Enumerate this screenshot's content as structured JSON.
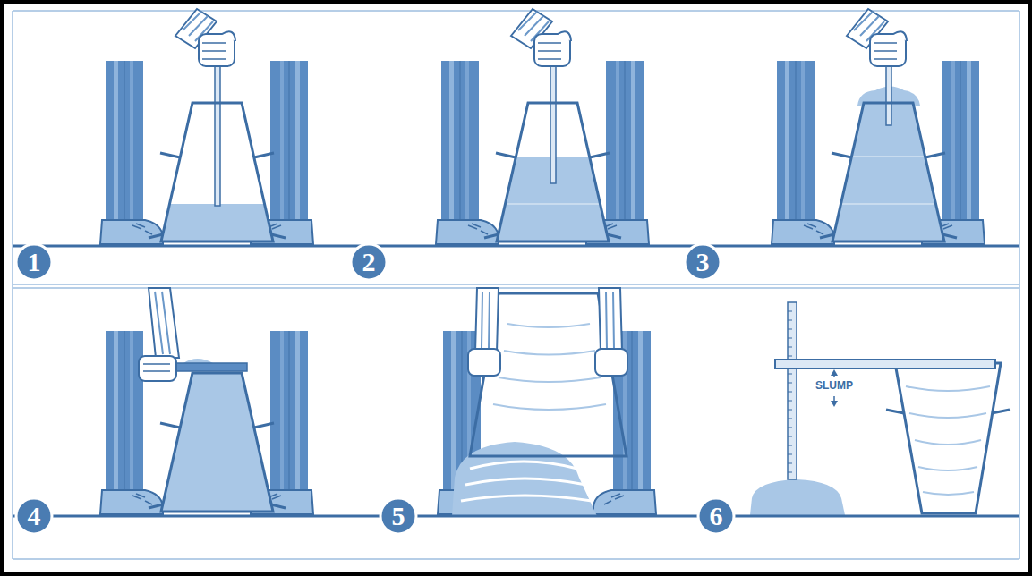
{
  "diagram": {
    "nodes": [
      {
        "text": [
          "1"
        ]
      },
      {
        "text": [
          "2"
        ]
      },
      {
        "text": [
          "3"
        ]
      },
      {
        "text": [
          "4"
        ]
      },
      {
        "text": [
          "5"
        ]
      },
      {
        "text": [
          "6"
        ]
      }
    ],
    "labels": [
      "SLUMP"
    ]
  }
}
